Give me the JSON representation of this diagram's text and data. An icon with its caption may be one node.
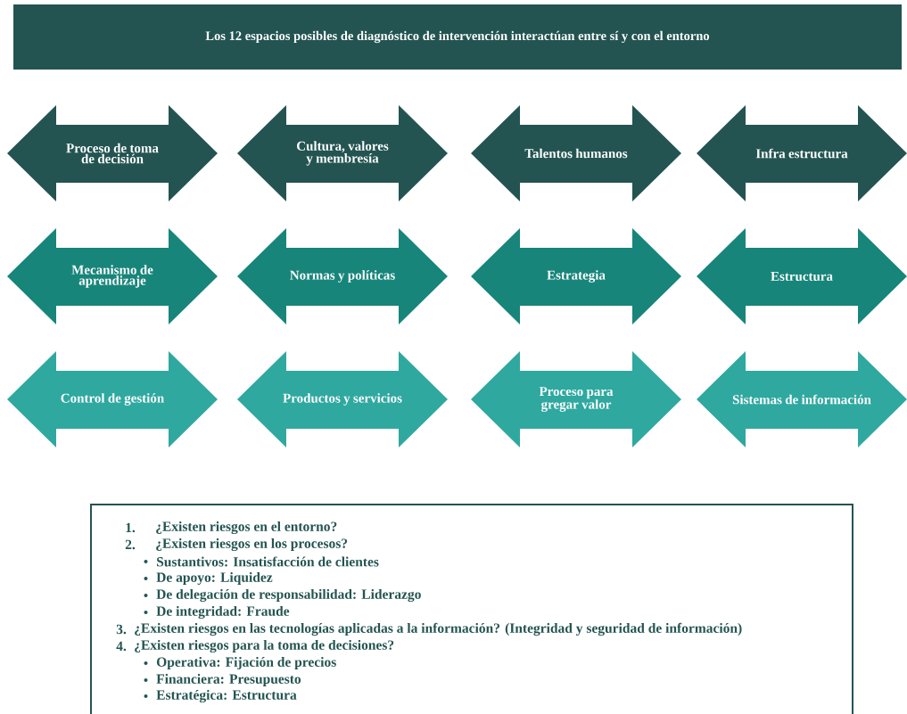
{
  "diagram": {
    "nodes": [
      {
        "text": [
          "Los 12 espacios posibles de diagnóstico de intervención interactúan entre sí y con el entorno"
        ]
      },
      {
        "text": [
          "Proceso de toma de decisión"
        ]
      },
      {
        "text": [
          "Cultura, valores y membresía"
        ]
      },
      {
        "text": [
          "Talentos humanos"
        ]
      },
      {
        "text": [
          "Infra estructura"
        ]
      },
      {
        "text": [
          "Mecanismo de aprendizaje"
        ]
      },
      {
        "text": [
          "Normas y políticas"
        ]
      },
      {
        "text": [
          "Estrategia"
        ]
      },
      {
        "text": [
          "Estructura"
        ]
      },
      {
        "text": [
          "Control de gestión"
        ]
      },
      {
        "text": [
          "Productos y servicios"
        ]
      },
      {
        "text": [
          "Proceso para gregar valor"
        ]
      },
      {
        "text": [
          "Sistemas de información"
        ]
      },
      {
        "text": [
          "1.",
          "¿Existen riesgos en el entorno?",
          "2.",
          "¿Existen riesgos en los procesos?",
          "Sustantivos: Insatisfacción de clientes",
          "De apoyo: Liquidez",
          "De delegación de responsabilidad: Liderazgo",
          "De integridad: Fraude",
          "3.",
          "¿Existen riesgos en las tecnologías aplicadas a la información? (Integridad y seguridad de información)",
          "4.",
          "¿Existen riesgos para la toma de decisiones?",
          "Operativa: Fijación de precios",
          "Financiera: Presupuesto",
          "Estratégica: Estructura"
        ]
      }
    ]
  }
}
